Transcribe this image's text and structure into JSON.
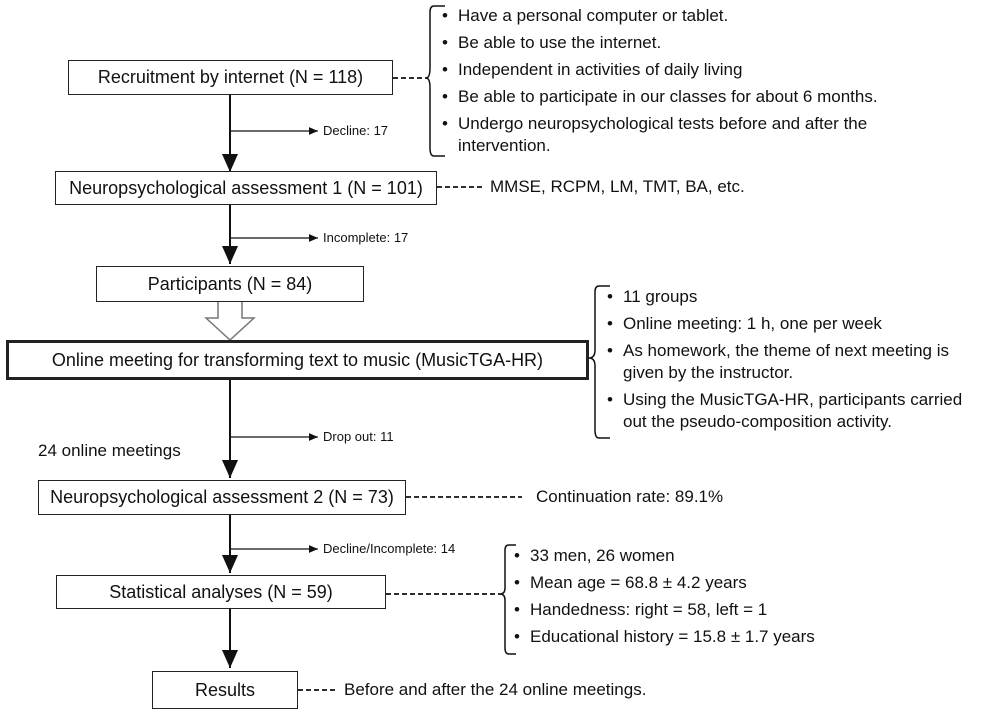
{
  "boxes": {
    "recruitment": "Recruitment by internet (N = 118)",
    "assessment1": "Neuropsychological assessment 1 (N = 101)",
    "participants": "Participants (N = 84)",
    "online_meeting": "Online meeting for transforming text to music (MusicTGA-HR)",
    "assessment2": "Neuropsychological assessment 2 (N = 73)",
    "statistical": "Statistical analyses (N = 59)",
    "results": "Results"
  },
  "exclusions": {
    "decline": "Decline: 17",
    "incomplete": "Incomplete: 17",
    "dropout": "Drop out: 11",
    "decline_incomplete": "Decline/Incomplete: 14"
  },
  "side_labels": {
    "meetings": "24 online meetings",
    "tests": "MMSE, RCPM, LM, TMT, BA, etc.",
    "continuation": "Continuation rate: 89.1%",
    "before_after": "Before and after the 24 online meetings."
  },
  "criteria": [
    "Have a personal computer or tablet.",
    "Be able to use the internet.",
    "Independent in activities of daily living",
    "Be able to participate in our classes for about 6 months.",
    "Undergo neuropsychological tests before and after the intervention."
  ],
  "meeting_details": [
    "11 groups",
    "Online meeting: 1 h, one per week",
    "As homework, the theme of next meeting is given by the instructor.",
    "Using the MusicTGA-HR, participants carried out the pseudo-composition activity."
  ],
  "demographics": [
    "33 men, 26 women",
    "Mean age = 68.8 ± 4.2 years",
    "Handedness: right = 58, left = 1",
    "Educational history = 15.8 ± 1.7 years"
  ]
}
